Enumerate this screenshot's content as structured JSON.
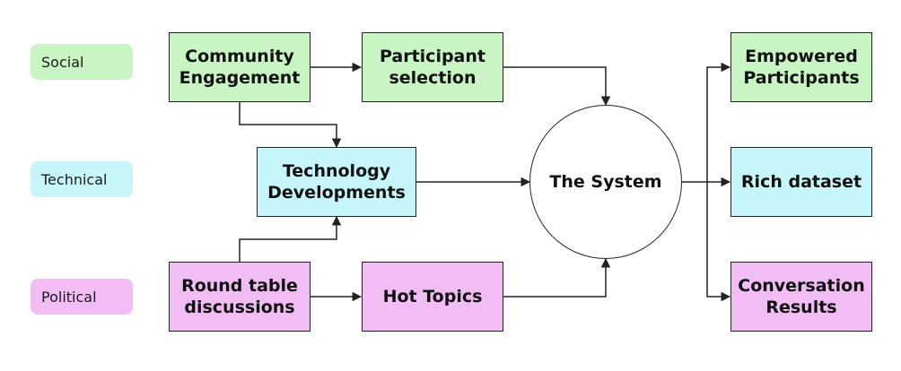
{
  "colors": {
    "social": "#c9f5c4",
    "technical": "#c6f6fa",
    "political": "#f2bdf4",
    "line": "#222222"
  },
  "lanes": {
    "social": "Social",
    "technical": "Technical",
    "political": "Political"
  },
  "nodes": {
    "community_engagement": "Community\nEngagement",
    "participant_selection": "Participant\nselection",
    "technology_developments": "Technology\nDevelopments",
    "round_table": "Round table\ndiscussions",
    "hot_topics": "Hot Topics",
    "system": "The System",
    "empowered": "Empowered\nParticipants",
    "rich_dataset": "Rich dataset",
    "conversation_results": "Conversation\nResults"
  },
  "edges": [
    {
      "from": "community_engagement",
      "to": "participant_selection"
    },
    {
      "from": "community_engagement",
      "to": "technology_developments"
    },
    {
      "from": "round_table",
      "to": "technology_developments"
    },
    {
      "from": "round_table",
      "to": "hot_topics"
    },
    {
      "from": "participant_selection",
      "to": "system"
    },
    {
      "from": "technology_developments",
      "to": "system"
    },
    {
      "from": "hot_topics",
      "to": "system"
    },
    {
      "from": "system",
      "to": "empowered"
    },
    {
      "from": "system",
      "to": "rich_dataset"
    },
    {
      "from": "system",
      "to": "conversation_results"
    }
  ]
}
